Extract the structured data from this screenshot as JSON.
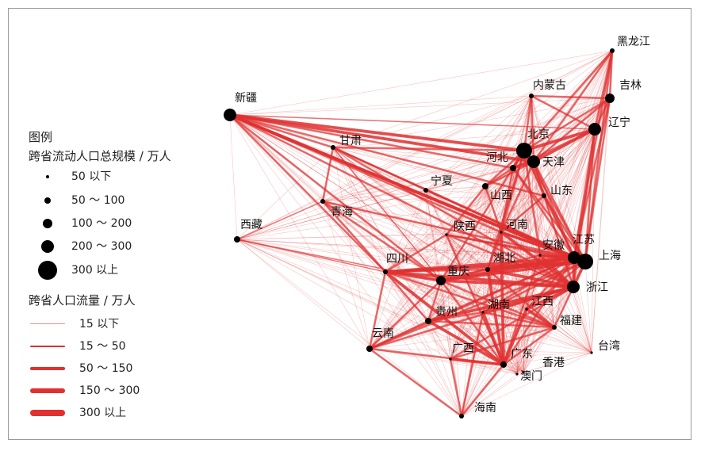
{
  "legend": {
    "title": "图例",
    "size_title": "跨省流动人口总规模 / 万人",
    "size_items": [
      {
        "label": "50 以下",
        "r": 2
      },
      {
        "label": "50 ～ 100",
        "r": 4
      },
      {
        "label": "100 ～ 200",
        "r": 6
      },
      {
        "label": "200 ～ 300",
        "r": 8
      },
      {
        "label": "300 以上",
        "r": 10
      }
    ],
    "flow_title": "跨省人口流量 / 万人",
    "flow_items": [
      {
        "label": "15 以下",
        "w": 1
      },
      {
        "label": "15 ～ 50",
        "w": 2
      },
      {
        "label": "50 ～ 150",
        "w": 4
      },
      {
        "label": "150 ～ 300",
        "w": 6
      },
      {
        "label": "300 以上",
        "w": 8
      }
    ]
  },
  "colors": {
    "edge": "#e03030",
    "node": "#000000",
    "frame": "#9a9a9a"
  },
  "provinces": [
    {
      "id": "heilongjiang",
      "name": "黑龙江",
      "size": 1
    },
    {
      "id": "jilin",
      "name": "吉林",
      "size": 3
    },
    {
      "id": "neimenggu",
      "name": "内蒙古",
      "size": 1
    },
    {
      "id": "liaoning",
      "name": "辽宁",
      "size": 4
    },
    {
      "id": "xinjiang",
      "name": "新疆",
      "size": 4
    },
    {
      "id": "beijing",
      "name": "北京",
      "size": 5
    },
    {
      "id": "tianjin",
      "name": "天津",
      "size": 4
    },
    {
      "id": "hebei",
      "name": "河北",
      "size": 2
    },
    {
      "id": "gansu",
      "name": "甘肃",
      "size": 1
    },
    {
      "id": "ningxia",
      "name": "宁夏",
      "size": 1
    },
    {
      "id": "shanxi",
      "name": "山西",
      "size": 2
    },
    {
      "id": "shandong",
      "name": "山东",
      "size": 1
    },
    {
      "id": "qinghai",
      "name": "青海",
      "size": 1
    },
    {
      "id": "xizang",
      "name": "西藏",
      "size": 2
    },
    {
      "id": "shaanxi",
      "name": "陕西",
      "size": 0
    },
    {
      "id": "henan",
      "name": "河南",
      "size": 0
    },
    {
      "id": "anhui",
      "name": "安徽",
      "size": 0
    },
    {
      "id": "jiangsu",
      "name": "江苏",
      "size": 4
    },
    {
      "id": "shanghai",
      "name": "上海",
      "size": 5
    },
    {
      "id": "sichuan",
      "name": "四川",
      "size": 1
    },
    {
      "id": "hubei",
      "name": "湖北",
      "size": 1
    },
    {
      "id": "chongqing",
      "name": "重庆",
      "size": 3
    },
    {
      "id": "zhejiang",
      "name": "浙江",
      "size": 4
    },
    {
      "id": "jiangxi",
      "name": "江西",
      "size": 0
    },
    {
      "id": "hunan",
      "name": "湖南",
      "size": 0
    },
    {
      "id": "guizhou",
      "name": "贵州",
      "size": 2
    },
    {
      "id": "fujian",
      "name": "福建",
      "size": 1
    },
    {
      "id": "yunnan",
      "name": "云南",
      "size": 2
    },
    {
      "id": "taiwan",
      "name": "台湾",
      "size": 0
    },
    {
      "id": "guangxi",
      "name": "广西",
      "size": 0
    },
    {
      "id": "guangdong",
      "name": "广东",
      "size": 2
    },
    {
      "id": "xianggang",
      "name": "香港",
      "size": 0
    },
    {
      "id": "aomen",
      "name": "澳门",
      "size": 0
    },
    {
      "id": "hainan",
      "name": "海南",
      "size": 1
    }
  ],
  "heavy_flows": [
    [
      "xinjiang",
      "beijing",
      3
    ],
    [
      "xinjiang",
      "tianjin",
      3
    ],
    [
      "xinjiang",
      "jiangsu",
      3
    ],
    [
      "xinjiang",
      "hebei",
      2
    ],
    [
      "xinjiang",
      "shanghai",
      3
    ],
    [
      "xinjiang",
      "zhejiang",
      2
    ],
    [
      "xinjiang",
      "liaoning",
      1
    ],
    [
      "xinjiang",
      "gansu",
      2
    ],
    [
      "xinjiang",
      "sichuan",
      2
    ],
    [
      "xinjiang",
      "henan",
      2
    ],
    [
      "xinjiang",
      "chongqing",
      2
    ],
    [
      "xinjiang",
      "shandong",
      2
    ],
    [
      "gansu",
      "beijing",
      2
    ],
    [
      "gansu",
      "shanghai",
      2
    ],
    [
      "gansu",
      "jiangsu",
      2
    ],
    [
      "gansu",
      "qinghai",
      2
    ],
    [
      "gansu",
      "zhejiang",
      2
    ],
    [
      "gansu",
      "chongqing",
      1
    ],
    [
      "qinghai",
      "sichuan",
      2
    ],
    [
      "qinghai",
      "jiangsu",
      2
    ],
    [
      "qinghai",
      "chongqing",
      2
    ],
    [
      "neimenggu",
      "beijing",
      2
    ],
    [
      "neimenggu",
      "tianjin",
      2
    ],
    [
      "neimenggu",
      "liaoning",
      2
    ],
    [
      "heilongjiang",
      "beijing",
      2
    ],
    [
      "heilongjiang",
      "liaoning",
      2
    ],
    [
      "heilongjiang",
      "shanghai",
      2
    ],
    [
      "heilongjiang",
      "jilin",
      2
    ],
    [
      "heilongjiang",
      "tianjin",
      2
    ],
    [
      "heilongjiang",
      "jiangsu",
      2
    ],
    [
      "jilin",
      "beijing",
      2
    ],
    [
      "jilin",
      "liaoning",
      2
    ],
    [
      "jilin",
      "tianjin",
      2
    ],
    [
      "jilin",
      "shanghai",
      2
    ],
    [
      "jilin",
      "neimenggu",
      2
    ],
    [
      "jilin",
      "jiangsu",
      2
    ],
    [
      "liaoning",
      "beijing",
      3
    ],
    [
      "liaoning",
      "tianjin",
      3
    ],
    [
      "liaoning",
      "shanghai",
      2
    ],
    [
      "liaoning",
      "jiangsu",
      2
    ],
    [
      "liaoning",
      "hebei",
      2
    ],
    [
      "liaoning",
      "zhejiang",
      2
    ],
    [
      "beijing",
      "hebei",
      3
    ],
    [
      "beijing",
      "tianjin",
      3
    ],
    [
      "beijing",
      "shanxi",
      2
    ],
    [
      "beijing",
      "shanghai",
      2
    ],
    [
      "beijing",
      "jiangsu",
      2
    ],
    [
      "beijing",
      "henan",
      2
    ],
    [
      "beijing",
      "shandong",
      2
    ],
    [
      "beijing",
      "chongqing",
      2
    ],
    [
      "beijing",
      "hubei",
      2
    ],
    [
      "tianjin",
      "hebei",
      3
    ],
    [
      "tianjin",
      "shanghai",
      2
    ],
    [
      "tianjin",
      "jiangsu",
      2
    ],
    [
      "tianjin",
      "shanxi",
      2
    ],
    [
      "tianjin",
      "shandong",
      2
    ],
    [
      "tianjin",
      "henan",
      2
    ],
    [
      "hebei",
      "shanxi",
      2
    ],
    [
      "hebei",
      "henan",
      2
    ],
    [
      "hebei",
      "shanghai",
      2
    ],
    [
      "hebei",
      "jiangsu",
      2
    ],
    [
      "sichuan",
      "chongqing",
      3
    ],
    [
      "sichuan",
      "shanghai",
      3
    ],
    [
      "sichuan",
      "jiangsu",
      3
    ],
    [
      "sichuan",
      "zhejiang",
      3
    ],
    [
      "sichuan",
      "guangdong",
      3
    ],
    [
      "sichuan",
      "hubei",
      2
    ],
    [
      "sichuan",
      "yunnan",
      2
    ],
    [
      "sichuan",
      "guizhou",
      2
    ],
    [
      "sichuan",
      "xizang",
      1
    ],
    [
      "sichuan",
      "shaanxi",
      2
    ],
    [
      "sichuan",
      "fujian",
      2
    ],
    [
      "chongqing",
      "shanghai",
      3
    ],
    [
      "chongqing",
      "jiangsu",
      3
    ],
    [
      "chongqing",
      "zhejiang",
      3
    ],
    [
      "chongqing",
      "guangdong",
      2
    ],
    [
      "chongqing",
      "guizhou",
      2
    ],
    [
      "chongqing",
      "hubei",
      2
    ],
    [
      "chongqing",
      "fujian",
      2
    ],
    [
      "chongqing",
      "anhui",
      2
    ],
    [
      "guizhou",
      "zhejiang",
      3
    ],
    [
      "guizhou",
      "guangdong",
      3
    ],
    [
      "guizhou",
      "jiangsu",
      2
    ],
    [
      "guizhou",
      "fujian",
      2
    ],
    [
      "guizhou",
      "hunan",
      2
    ],
    [
      "guizhou",
      "yunnan",
      2
    ],
    [
      "yunnan",
      "jiangsu",
      2
    ],
    [
      "yunnan",
      "zhejiang",
      2
    ],
    [
      "yunnan",
      "guangdong",
      2
    ],
    [
      "yunnan",
      "shanghai",
      2
    ],
    [
      "yunnan",
      "chongqing",
      2
    ],
    [
      "hubei",
      "shanghai",
      3
    ],
    [
      "hubei",
      "jiangsu",
      3
    ],
    [
      "hubei",
      "zhejiang",
      3
    ],
    [
      "hubei",
      "guangdong",
      3
    ],
    [
      "hubei",
      "henan",
      2
    ],
    [
      "hubei",
      "fujian",
      2
    ],
    [
      "hunan",
      "guangdong",
      3
    ],
    [
      "hunan",
      "zhejiang",
      3
    ],
    [
      "hunan",
      "shanghai",
      2
    ],
    [
      "hunan",
      "jiangsu",
      2
    ],
    [
      "hunan",
      "fujian",
      2
    ],
    [
      "hunan",
      "hainan",
      2
    ],
    [
      "jiangxi",
      "zhejiang",
      3
    ],
    [
      "jiangxi",
      "fujian",
      3
    ],
    [
      "jiangxi",
      "guangdong",
      3
    ],
    [
      "jiangxi",
      "shanghai",
      2
    ],
    [
      "jiangxi",
      "jiangsu",
      2
    ],
    [
      "anhui",
      "shanghai",
      3
    ],
    [
      "anhui",
      "jiangsu",
      3
    ],
    [
      "anhui",
      "zhejiang",
      3
    ],
    [
      "anhui",
      "beijing",
      2
    ],
    [
      "anhui",
      "guangdong",
      2
    ],
    [
      "henan",
      "shanghai",
      2
    ],
    [
      "henan",
      "jiangsu",
      3
    ],
    [
      "henan",
      "zhejiang",
      3
    ],
    [
      "henan",
      "guangdong",
      3
    ],
    [
      "henan",
      "shandong",
      2
    ],
    [
      "shandong",
      "shanghai",
      2
    ],
    [
      "shandong",
      "jiangsu",
      2
    ],
    [
      "shandong",
      "zhejiang",
      2
    ],
    [
      "shaanxi",
      "jiangsu",
      2
    ],
    [
      "shaanxi",
      "zhejiang",
      2
    ],
    [
      "shaanxi",
      "guangdong",
      2
    ],
    [
      "shaanxi",
      "shanghai",
      2
    ],
    [
      "shaanxi",
      "shanxi",
      2
    ],
    [
      "guangxi",
      "guangdong",
      3
    ],
    [
      "guangxi",
      "zhejiang",
      2
    ],
    [
      "guangxi",
      "hainan",
      2
    ],
    [
      "guangxi",
      "fujian",
      2
    ],
    [
      "jiangsu",
      "shanghai",
      3
    ],
    [
      "zhejiang",
      "shanghai",
      3
    ],
    [
      "jiangsu",
      "zhejiang",
      3
    ],
    [
      "fujian",
      "guangdong",
      2
    ],
    [
      "fujian",
      "zhejiang",
      2
    ],
    [
      "guangdong",
      "hainan",
      2
    ],
    [
      "guangdong",
      "jiangsu",
      2
    ],
    [
      "yunnan",
      "hainan",
      2
    ],
    [
      "shanxi",
      "henan",
      2
    ],
    [
      "ningxia",
      "shanghai",
      1
    ],
    [
      "ningxia",
      "jiangsu",
      1
    ],
    [
      "xizang",
      "chongqing",
      1
    ],
    [
      "xizang",
      "qinghai",
      1
    ]
  ]
}
